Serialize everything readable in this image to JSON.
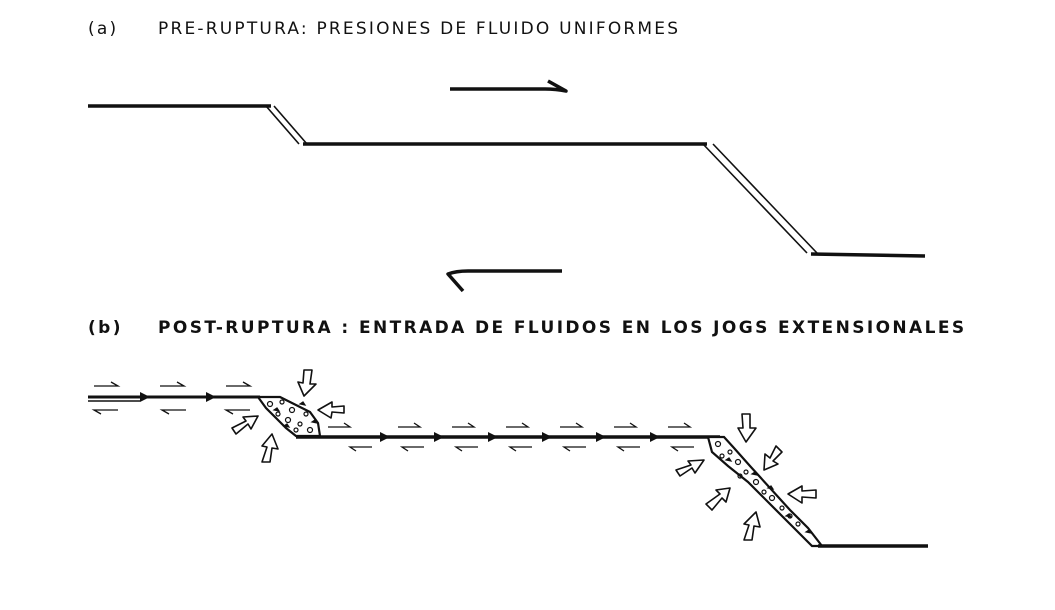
{
  "panels": {
    "a": {
      "tag": "(a)",
      "title": "PRE-RUPTURA: PRESIONES DE FLUIDO UNIFORMES"
    },
    "b": {
      "tag": "(b)",
      "title": "POST-RUPTURA : ENTRADA DE FLUIDOS EN LOS JOGS EXTENSIONALES"
    }
  },
  "colors": {
    "ink": "#111111",
    "paper": "#ffffff"
  }
}
